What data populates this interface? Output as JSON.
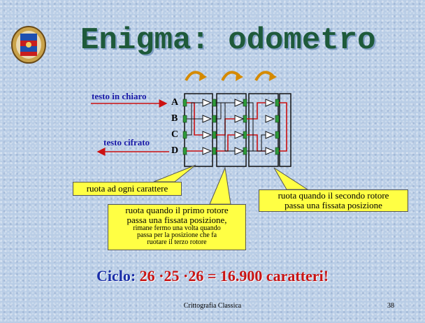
{
  "slide": {
    "title": "Enigma: odometro",
    "labels": {
      "plaintext": "testo in chiaro",
      "ciphertext": "testo cifrato"
    },
    "letters": [
      "A",
      "B",
      "C",
      "D"
    ],
    "callouts": {
      "every_char": "ruota ad ogni carattere",
      "first_rotor_line1": "ruota quando il primo rotore",
      "first_rotor_line2": "passa una fissata posizione,",
      "first_rotor_small1": "rimane fermo una volta quando",
      "first_rotor_small2": "passa per la posizione che fa",
      "first_rotor_small3": "ruotare il terzo rotore",
      "second_rotor_line1": "ruota quando il secondo rotore",
      "second_rotor_line2": "passa una fissata posizione"
    },
    "cycle_label": "Ciclo:",
    "cycle_formula": "26 ·25 ·26 = 16.900 caratteri!",
    "footer": "Crittografia Classica",
    "page_number": "38"
  },
  "colors": {
    "background": "#b9cde6",
    "title": "#1e5a3a",
    "label": "#1a1aa8",
    "arrow_red": "#cc1111",
    "callout": "#ffff44",
    "rotor_green": "#2e9a3a",
    "rotation_arrow": "#d58a00"
  },
  "icons": [
    "university-crest-icon",
    "rotation-arrow-icon"
  ]
}
